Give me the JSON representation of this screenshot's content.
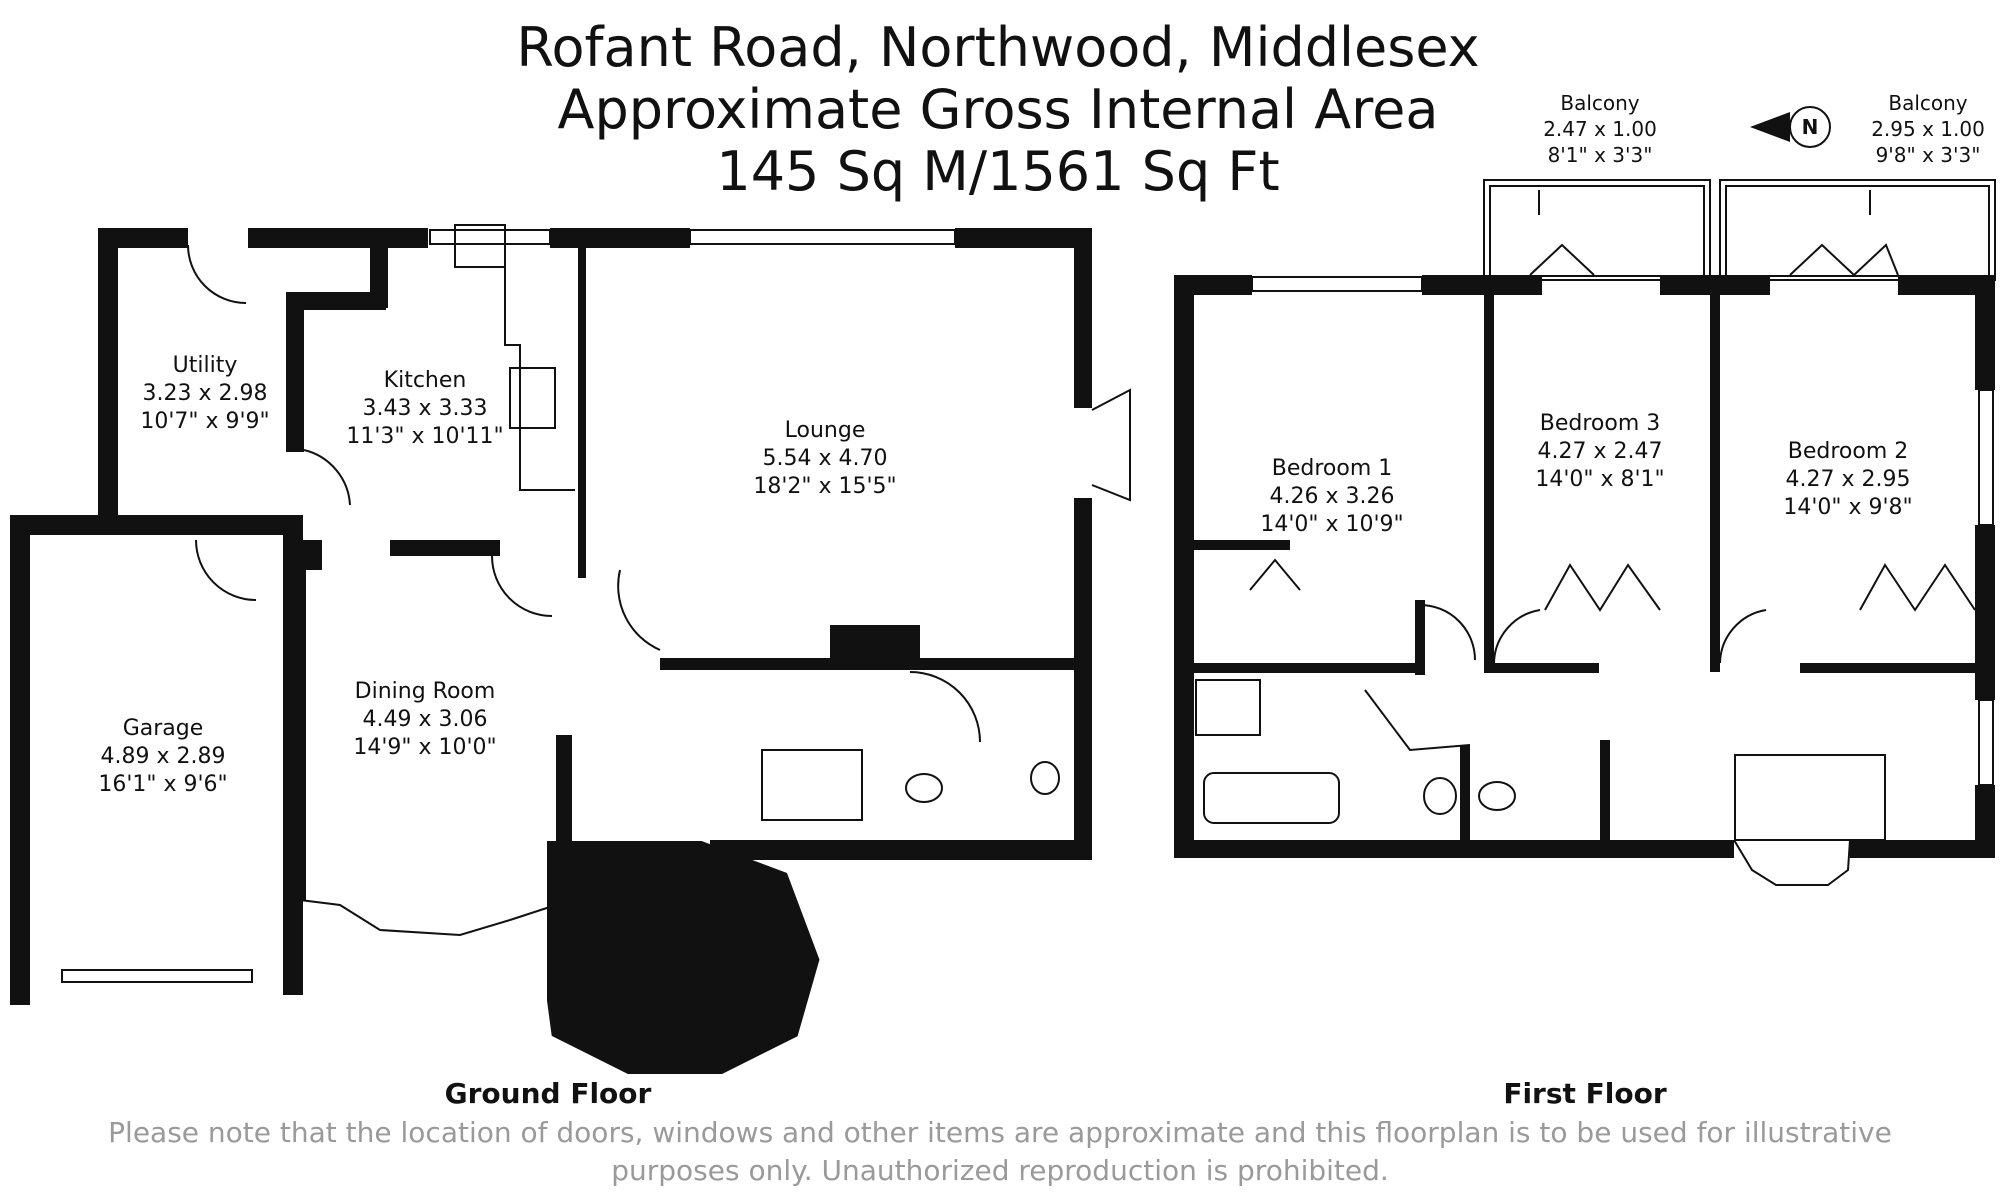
{
  "title": {
    "line1": "Rofant Road, Northwood, Middlesex",
    "line2": "Approximate Gross Internal Area",
    "line3": "145 Sq M/1561 Sq Ft"
  },
  "compass": {
    "letter": "N"
  },
  "rooms": {
    "utility": {
      "name": "Utility",
      "metric": "3.23 x 2.98",
      "imperial": "10'7\" x 9'9\""
    },
    "kitchen": {
      "name": "Kitchen",
      "metric": "3.43 x 3.33",
      "imperial": "11'3\" x 10'11\""
    },
    "lounge": {
      "name": "Lounge",
      "metric": "5.54 x 4.70",
      "imperial": "18'2\" x 15'5\""
    },
    "garage": {
      "name": "Garage",
      "metric": "4.89 x 2.89",
      "imperial": "16'1\" x 9'6\""
    },
    "dining": {
      "name": "Dining Room",
      "metric": "4.49 x 3.06",
      "imperial": "14'9\" x 10'0\""
    },
    "bedroom1": {
      "name": "Bedroom 1",
      "metric": "4.26 x 3.26",
      "imperial": "14'0\" x 10'9\""
    },
    "bedroom3": {
      "name": "Bedroom 3",
      "metric": "4.27 x 2.47",
      "imperial": "14'0\" x 8'1\""
    },
    "bedroom2": {
      "name": "Bedroom 2",
      "metric": "4.27 x 2.95",
      "imperial": "14'0\" x 9'8\""
    },
    "balcony1": {
      "name": "Balcony",
      "metric": "2.47 x 1.00",
      "imperial": "8'1\" x 3'3\""
    },
    "balcony2": {
      "name": "Balcony",
      "metric": "2.95 x 1.00",
      "imperial": "9'8\" x 3'3\""
    }
  },
  "floors": {
    "ground": "Ground Floor",
    "first": "First Floor"
  },
  "disclaimer": {
    "line1": "Please note that the location of doors, windows and other items are approximate and this floorplan is to be used for illustrative",
    "line2": "purposes only. Unauthorized reproduction is prohibited."
  }
}
